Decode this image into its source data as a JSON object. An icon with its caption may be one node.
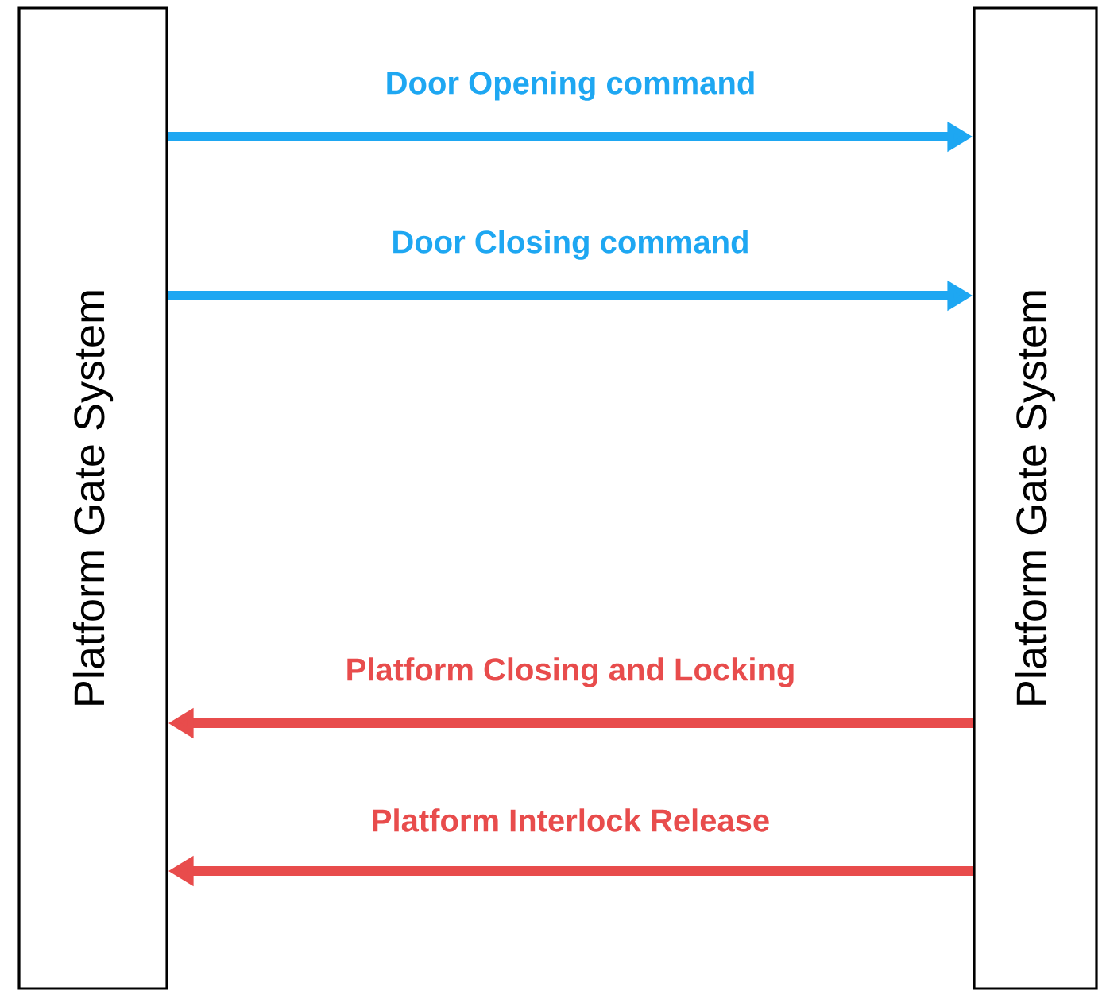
{
  "diagram": {
    "nodes": [
      {
        "text": [
          "Platform Gate System"
        ]
      },
      {
        "text": [
          "Platform Gate System"
        ]
      }
    ],
    "edges": [
      {
        "from": 0,
        "to": 1,
        "arrow": "to",
        "label": "Door Opening command",
        "color": "#1ea7f2"
      },
      {
        "from": 0,
        "to": 1,
        "arrow": "to",
        "label": "Door Closing command",
        "color": "#1ea7f2"
      },
      {
        "from": 1,
        "to": 0,
        "arrow": "to",
        "label": "Platform Closing and Locking",
        "color": "#e84c4c"
      },
      {
        "from": 1,
        "to": 0,
        "arrow": "to",
        "label": "Platform Interlock Release",
        "color": "#e84c4c"
      }
    ]
  }
}
